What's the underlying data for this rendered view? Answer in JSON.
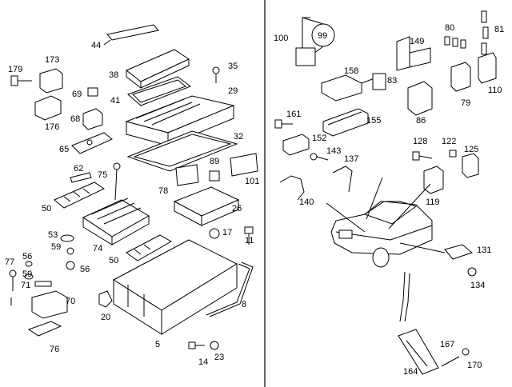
{
  "labels": {
    "l44": "44",
    "l179": "179",
    "l173": "173",
    "l38": "38",
    "l35": "35",
    "l69": "69",
    "l41": "41",
    "l29": "29",
    "l176": "176",
    "l68": "68",
    "l32": "32",
    "l65": "65",
    "l62": "62",
    "l75": "75",
    "l89": "89",
    "l78": "78",
    "l101": "101",
    "l50a": "50",
    "l26": "26",
    "l53": "53",
    "l17": "17",
    "l74": "74",
    "l11": "11",
    "l56a": "56",
    "l59a": "59",
    "l77": "77",
    "l56b": "56",
    "l50b": "50",
    "l59b": "59",
    "l71": "71",
    "l70": "70",
    "l8": "8",
    "l20": "20",
    "l76": "76",
    "l5": "5",
    "l14": "14",
    "l23": "23",
    "l100": "100",
    "l99": "99",
    "l80": "80",
    "l81": "81",
    "l149": "149",
    "l158": "158",
    "l83": "83",
    "l110": "110",
    "l79": "79",
    "l86": "86",
    "l161": "161",
    "l155": "155",
    "l152": "152",
    "l143": "143",
    "l128": "128",
    "l122": "122",
    "l125": "125",
    "l137": "137",
    "l119": "119",
    "l140": "140",
    "l131": "131",
    "l134": "134",
    "l167": "167",
    "l170": "170",
    "l164": "164"
  }
}
